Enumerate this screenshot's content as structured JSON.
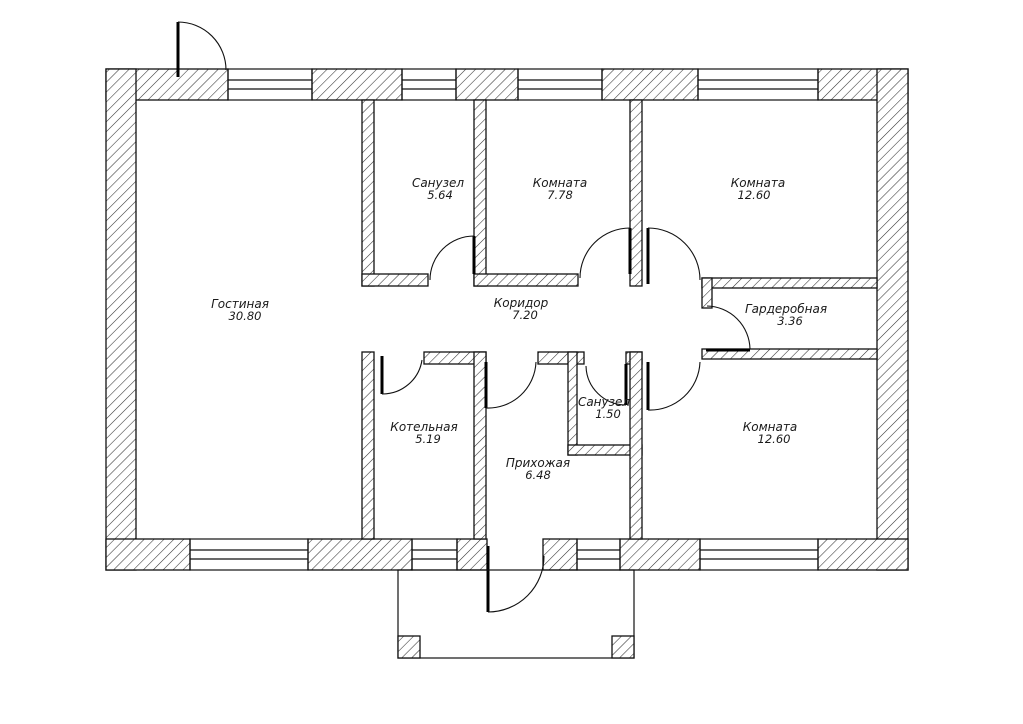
{
  "rooms": [
    {
      "id": "living",
      "name": "Гостиная",
      "area": "30.80"
    },
    {
      "id": "bath1",
      "name": "Санузел",
      "area": "5.64"
    },
    {
      "id": "room1",
      "name": "Комната",
      "area": "7.78"
    },
    {
      "id": "room2",
      "name": "Комната",
      "area": "12.60"
    },
    {
      "id": "corridor",
      "name": "Коридор",
      "area": "7.20"
    },
    {
      "id": "wardrobe",
      "name": "Гардеробная",
      "area": "3.36"
    },
    {
      "id": "boiler",
      "name": "Котельная",
      "area": "5.19"
    },
    {
      "id": "bath2",
      "name": "Санузел",
      "area": "1.50"
    },
    {
      "id": "hall",
      "name": "Прихожая",
      "area": "6.48"
    },
    {
      "id": "room3",
      "name": "Комната",
      "area": "12.60"
    }
  ],
  "colors": {
    "line": "#111111",
    "background": "#ffffff"
  }
}
